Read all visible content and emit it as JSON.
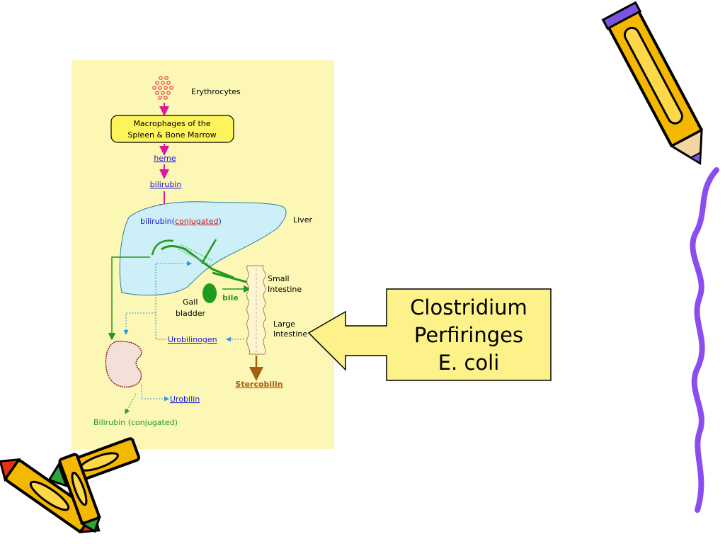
{
  "diagram": {
    "labels": {
      "erythrocytes": "Erythrocytes",
      "macrophages_line1": "Macrophages of the",
      "macrophages_line2": "Spleen & Bone Marrow",
      "heme": "heme",
      "bilirubin": "bilirubin",
      "liver_bilirubin": "bilirubin(",
      "conjugated": "conjugated",
      "close_paren": ")",
      "liver": "Liver",
      "small_intestine_1": "Small",
      "small_intestine_2": "Intestine",
      "gall_1": "Gall",
      "gall_2": "bladder",
      "bile": "bile",
      "large_intestine_1": "Large",
      "large_intestine_2": "Intestine",
      "urobilinogen": "Urobilinogen",
      "stercobilin": "Stercobilin",
      "urobilin": "Urobilin",
      "bilirubin_conjugated": "Bilirubin (conjugated)"
    },
    "colors": {
      "panel": "#fcf7b4",
      "liver": "#cdeff7",
      "magenta_arrow": "#e0159a",
      "blue_text": "#1a1ad8",
      "red_text": "#d8161a",
      "green": "#1e9c1e",
      "brown": "#a35e12",
      "macrophage_box": "#fdf35a"
    }
  },
  "callout": {
    "line1": "Clostridium",
    "line2": "Perfiringes",
    "line3": "E. coli",
    "fill": "#fdf28a"
  },
  "decorations": {
    "pencil_body": "#f5b800",
    "pencil_tip": "#7b55e0",
    "crayon_red": "#e53014",
    "crayon_green": "#2fa33c",
    "squiggle": "#8b4df0"
  }
}
